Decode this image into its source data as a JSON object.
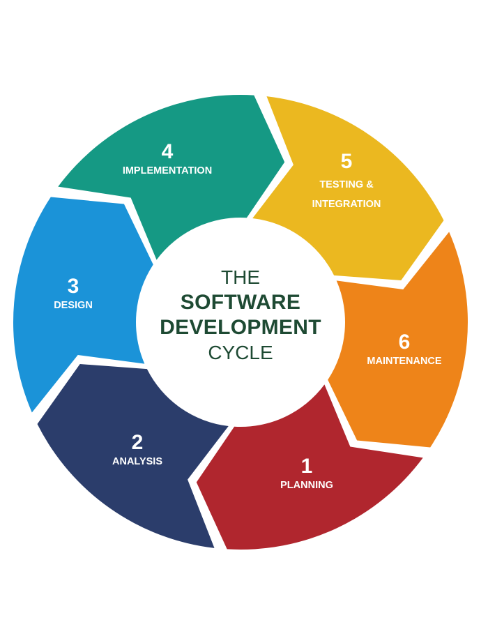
{
  "title": {
    "line1": "THE",
    "line2": "SOFTWARE",
    "line3": "DEVELOPMENT",
    "line4": "CYCLE"
  },
  "stages": [
    {
      "number": "1",
      "name": "PLANNING",
      "color": "#b0262e"
    },
    {
      "number": "2",
      "name": "ANALYSIS",
      "color": "#2b3d6b"
    },
    {
      "number": "3",
      "name": "DESIGN",
      "color": "#1b93d8"
    },
    {
      "number": "4",
      "name": "IMPLEMENTATION",
      "color": "#159984"
    },
    {
      "number": "5",
      "name": "TESTING &\nINTEGRATION",
      "color": "#ebb820"
    },
    {
      "number": "6",
      "name": "MAINTENANCE",
      "color": "#ee8419"
    }
  ]
}
